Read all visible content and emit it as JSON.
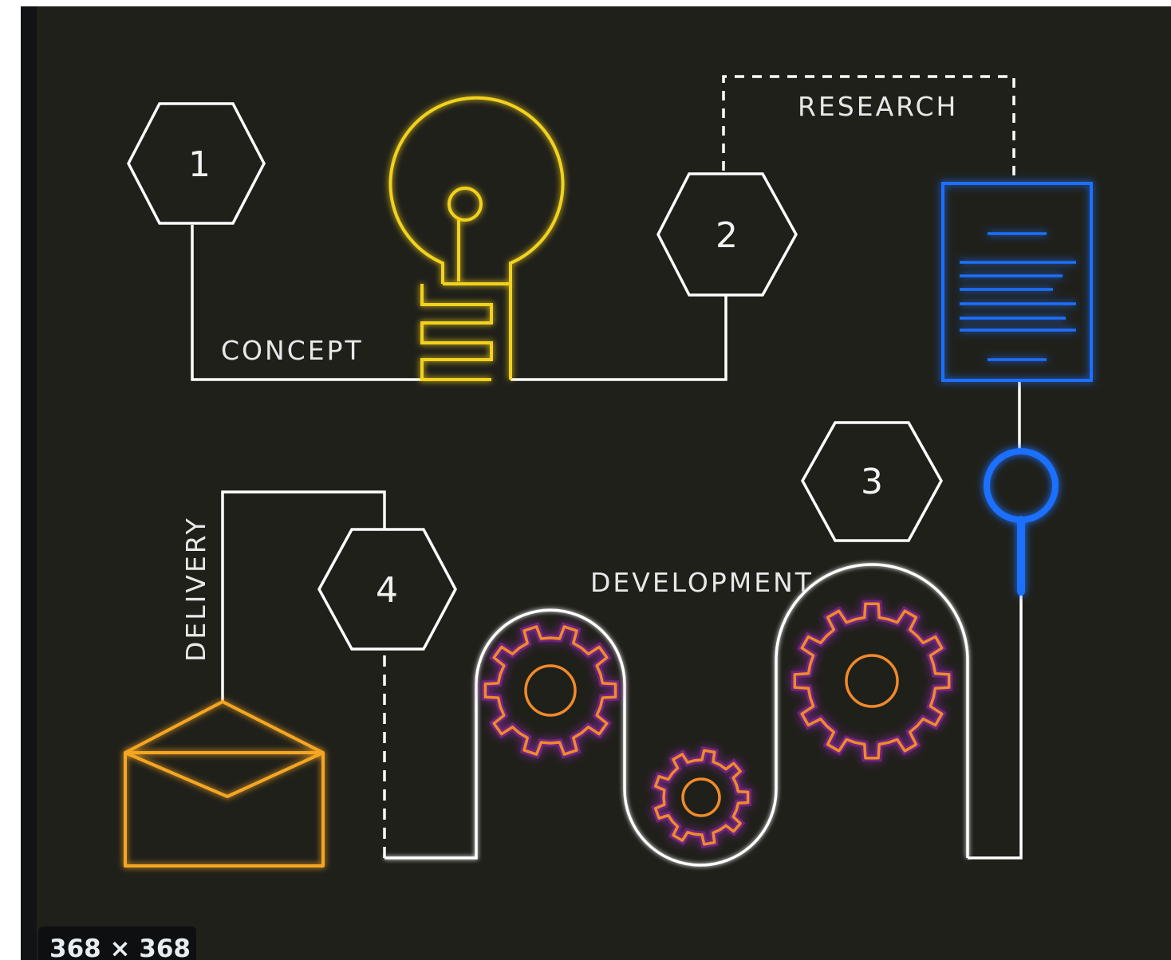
{
  "steps": [
    {
      "number": "1",
      "label": "CONCEPT"
    },
    {
      "number": "2",
      "label": "RESEARCH"
    },
    {
      "number": "3",
      "label": "DEVELOPMENT"
    },
    {
      "number": "4",
      "label": "DELIVERY"
    }
  ],
  "overlay": {
    "dimensions": "368 × 368"
  },
  "icons": {
    "concept": "lightbulb-icon",
    "research": "document-magnifier-icon",
    "development": "gears-icon",
    "delivery": "envelope-icon"
  },
  "colors": {
    "background": "#20201b",
    "line": "#ffffff",
    "concept": "#f2d21b",
    "research": "#1f6fff",
    "development_gear": "#f08a2a",
    "development_glow": "#b02ad0",
    "delivery": "#f5a623"
  }
}
